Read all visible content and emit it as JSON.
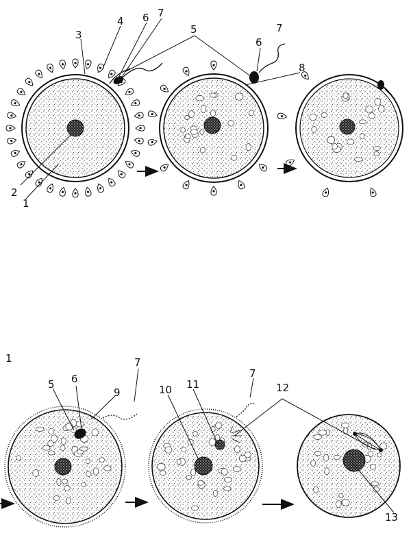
{
  "figure": {
    "top_stage_labels": [
      "1",
      "2",
      "3",
      "4",
      "5",
      "6",
      "7",
      "8"
    ],
    "bottom_stage_labels": [
      "1",
      "5",
      "6",
      "7",
      "9",
      "10",
      "11",
      "12",
      "13"
    ],
    "colors": {
      "ink": "#111111",
      "paper": "#ffffff",
      "stipple": "#444444"
    },
    "arrow_icon": "right-arrow-icon"
  }
}
